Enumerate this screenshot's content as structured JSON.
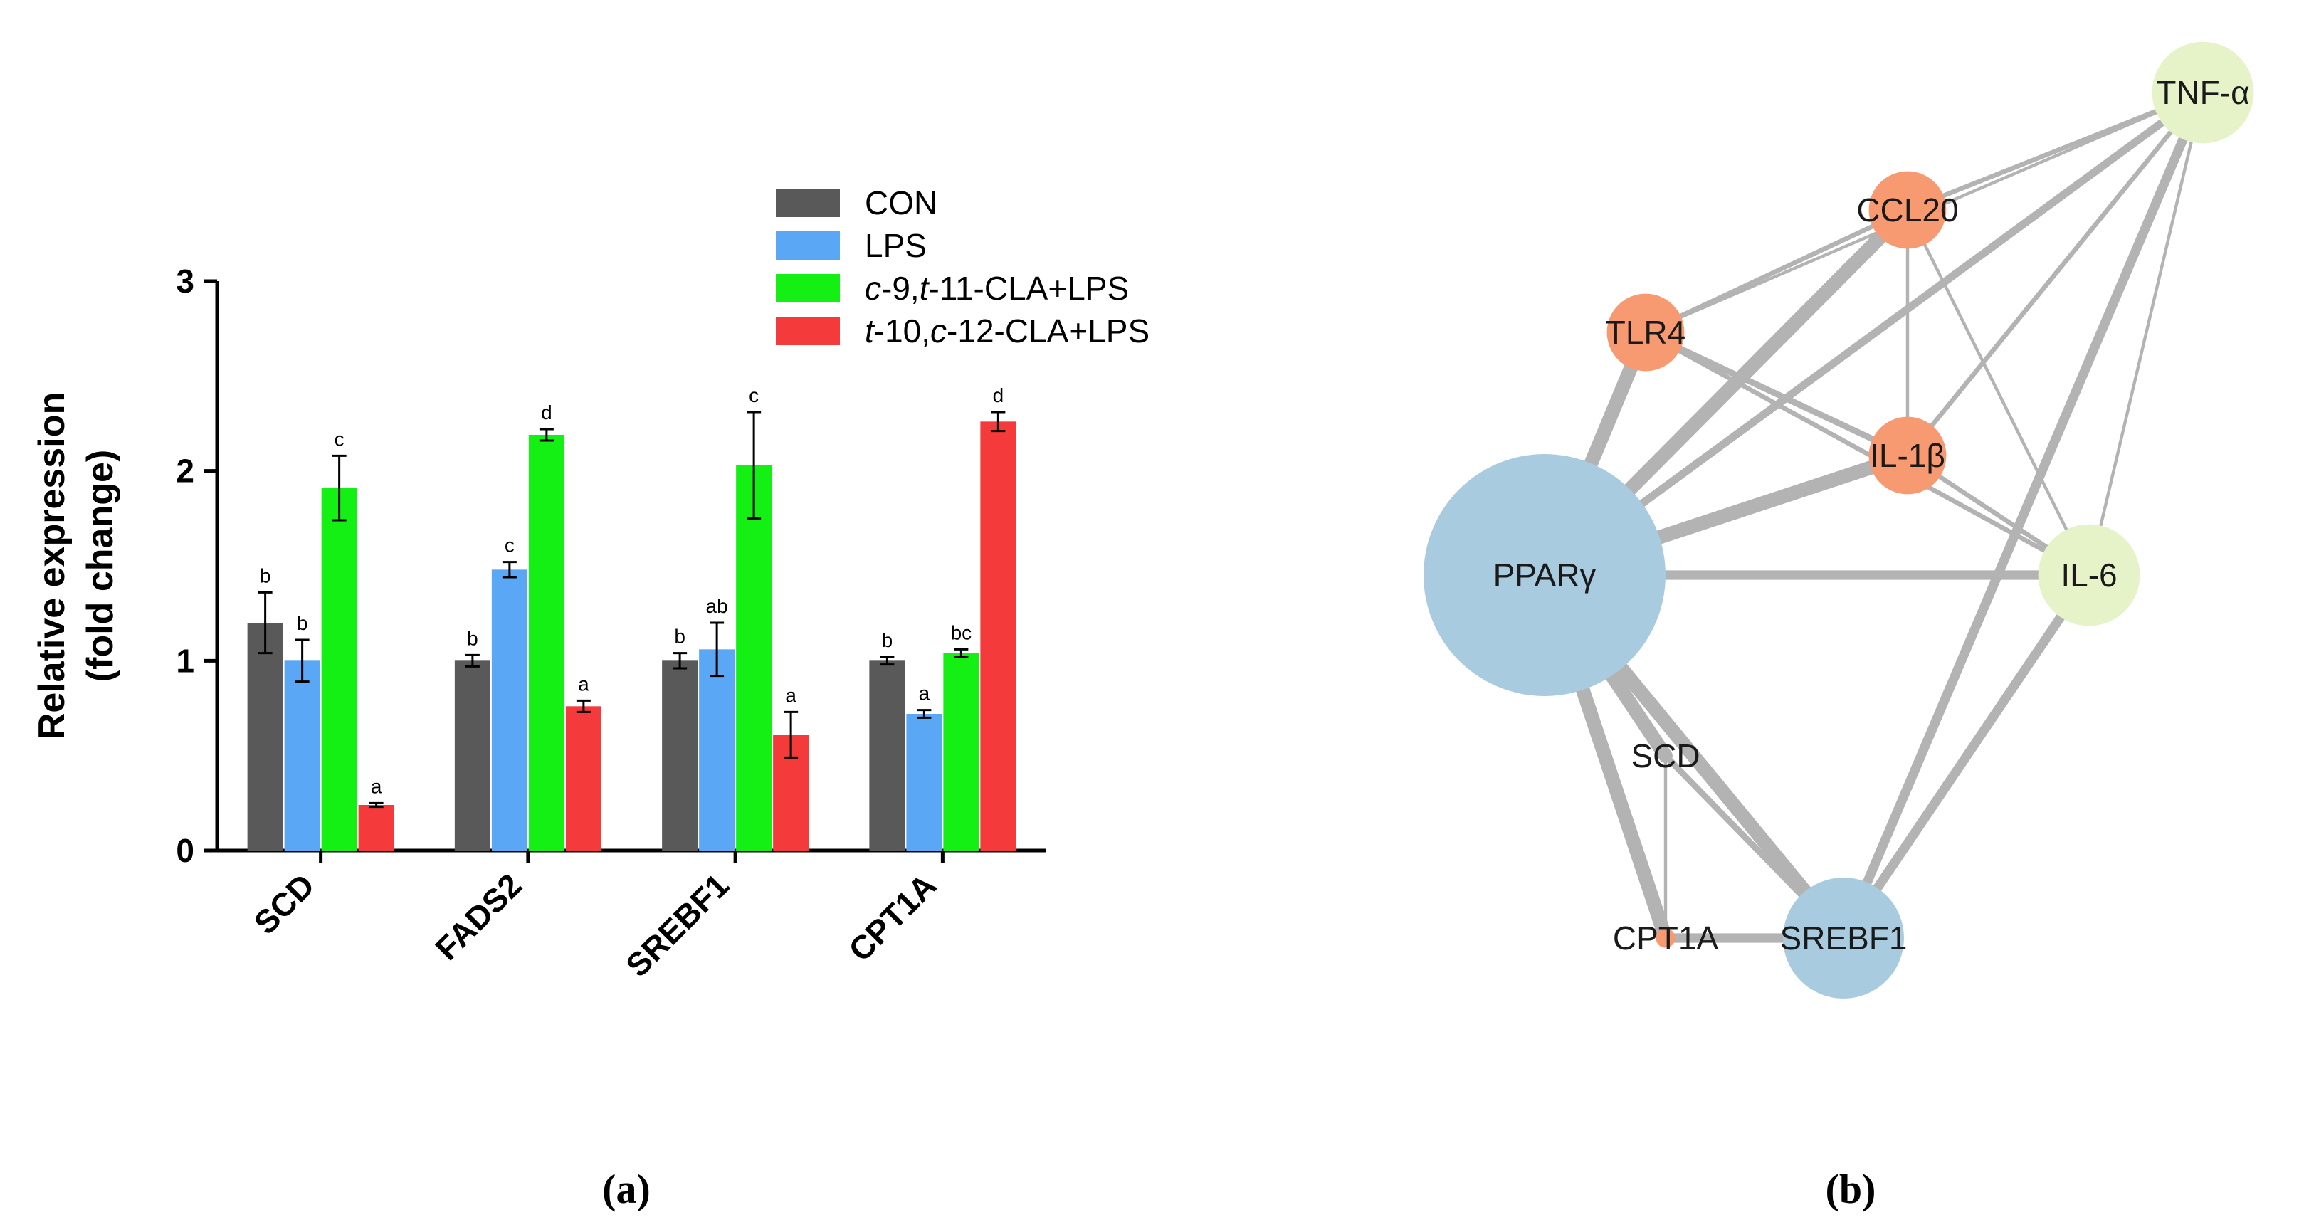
{
  "panels": {
    "a": "(a)",
    "b": "(b)"
  },
  "chart_data": [
    {
      "type": "bar",
      "ylabel_line1": "Relative expression",
      "ylabel_line2": "(fold change)",
      "xlabel": "",
      "ylim": [
        0,
        3
      ],
      "yticks": [
        0,
        1,
        2,
        3
      ],
      "categories": [
        "SCD",
        "FADS2",
        "SREBF1",
        "CPT1A"
      ],
      "legend_position": "top-right",
      "series": [
        {
          "name": "CON",
          "color": "#595959",
          "values": [
            1.2,
            1.0,
            1.0,
            1.0
          ],
          "errors": [
            0.16,
            0.03,
            0.04,
            0.02
          ],
          "letters": [
            "b",
            "b",
            "b",
            "b"
          ]
        },
        {
          "name": "LPS",
          "color": "#5aa7f5",
          "values": [
            1.0,
            1.48,
            1.06,
            0.72
          ],
          "errors": [
            0.11,
            0.04,
            0.14,
            0.02
          ],
          "letters": [
            "b",
            "c",
            "ab",
            "a"
          ]
        },
        {
          "name": "c-9,t-11-CLA+LPS",
          "name_parts": [
            [
              "c",
              true
            ],
            [
              "-9,",
              false
            ],
            [
              "t",
              true
            ],
            [
              "-11-CLA+LPS",
              false
            ]
          ],
          "color": "#14f014",
          "values": [
            1.91,
            2.19,
            2.03,
            1.04
          ],
          "errors": [
            0.17,
            0.03,
            0.28,
            0.02
          ],
          "letters": [
            "c",
            "d",
            "c",
            "bc"
          ]
        },
        {
          "name": "t-10,c-12-CLA+LPS",
          "name_parts": [
            [
              "t",
              true
            ],
            [
              "-10,",
              false
            ],
            [
              "c",
              true
            ],
            [
              "-12-CLA+LPS",
              false
            ]
          ],
          "color": "#f43a3a",
          "values": [
            0.24,
            0.76,
            0.61,
            2.26
          ],
          "errors": [
            0.01,
            0.03,
            0.12,
            0.05
          ],
          "letters": [
            "a",
            "a",
            "a",
            "d"
          ]
        }
      ]
    },
    {
      "type": "network",
      "nodes": [
        {
          "id": "TNF-α",
          "label": "TNF-α",
          "group": "green",
          "size": 0.42
        },
        {
          "id": "CCL20",
          "label": "CCL20",
          "group": "orange",
          "size": 0.32
        },
        {
          "id": "TLR4",
          "label": "TLR4",
          "group": "orange",
          "size": 0.32
        },
        {
          "id": "IL-1β",
          "label": "IL-1β",
          "group": "orange",
          "size": 0.32
        },
        {
          "id": "PPARγ",
          "label": "PPARγ",
          "group": "blue",
          "size": 1.0
        },
        {
          "id": "IL-6",
          "label": "IL-6",
          "group": "green",
          "size": 0.42
        },
        {
          "id": "SCD",
          "label": "SCD",
          "group": "none",
          "size": 0.0
        },
        {
          "id": "CPT1A",
          "label": "CPT1A",
          "group": "orange-small",
          "size": 0.08
        },
        {
          "id": "SREBF1",
          "label": "SREBF1",
          "group": "blue",
          "size": 0.5
        }
      ],
      "group_colors": {
        "green": "#e6f2c8",
        "orange": "#f79a71",
        "blue": "#a8cbe0",
        "orange-small": "#f79a71",
        "none": "transparent"
      },
      "edges": [
        {
          "source": "PPARγ",
          "target": "TNF-α",
          "weight": 5
        },
        {
          "source": "PPARγ",
          "target": "CCL20",
          "weight": 9
        },
        {
          "source": "PPARγ",
          "target": "TLR4",
          "weight": 9
        },
        {
          "source": "PPARγ",
          "target": "IL-1β",
          "weight": 9
        },
        {
          "source": "PPARγ",
          "target": "IL-6",
          "weight": 6
        },
        {
          "source": "PPARγ",
          "target": "SCD",
          "weight": 9
        },
        {
          "source": "PPARγ",
          "target": "CPT1A",
          "weight": 9
        },
        {
          "source": "PPARγ",
          "target": "SREBF1",
          "weight": 9
        },
        {
          "source": "TLR4",
          "target": "TNF-α",
          "weight": 2
        },
        {
          "source": "TLR4",
          "target": "CCL20",
          "weight": 3
        },
        {
          "source": "TLR4",
          "target": "IL-1β",
          "weight": 4
        },
        {
          "source": "TLR4",
          "target": "IL-6",
          "weight": 3
        },
        {
          "source": "CCL20",
          "target": "TNF-α",
          "weight": 3
        },
        {
          "source": "CCL20",
          "target": "IL-1β",
          "weight": 2
        },
        {
          "source": "CCL20",
          "target": "IL-6",
          "weight": 2
        },
        {
          "source": "IL-1β",
          "target": "TNF-α",
          "weight": 3
        },
        {
          "source": "IL-1β",
          "target": "IL-6",
          "weight": 3
        },
        {
          "source": "IL-6",
          "target": "TNF-α",
          "weight": 2
        },
        {
          "source": "SREBF1",
          "target": "TNF-α",
          "weight": 6
        },
        {
          "source": "SREBF1",
          "target": "IL-6",
          "weight": 6
        },
        {
          "source": "SREBF1",
          "target": "CPT1A",
          "weight": 6
        },
        {
          "source": "SREBF1",
          "target": "SCD",
          "weight": 4
        },
        {
          "source": "SCD",
          "target": "CPT1A",
          "weight": 2
        }
      ]
    }
  ]
}
